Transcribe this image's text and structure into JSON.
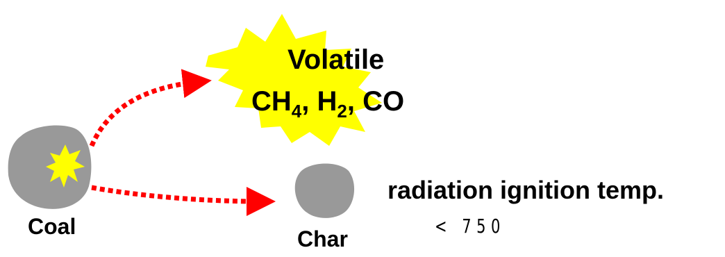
{
  "volatile": {
    "title": "Volatile",
    "gas1_base": "CH",
    "gas1_sub": "4",
    "sep1": ", ",
    "gas2_base": "H",
    "gas2_sub": "2",
    "sep2": ", ",
    "gas3": "CO"
  },
  "coal": {
    "label": "Coal"
  },
  "char": {
    "label": "Char"
  },
  "ignition": {
    "label": "radiation ignition temp.",
    "value": "< 750"
  },
  "colors": {
    "particle": "#999999",
    "burst": "#ffff00",
    "arrow": "#ff0000",
    "text": "#000000"
  }
}
